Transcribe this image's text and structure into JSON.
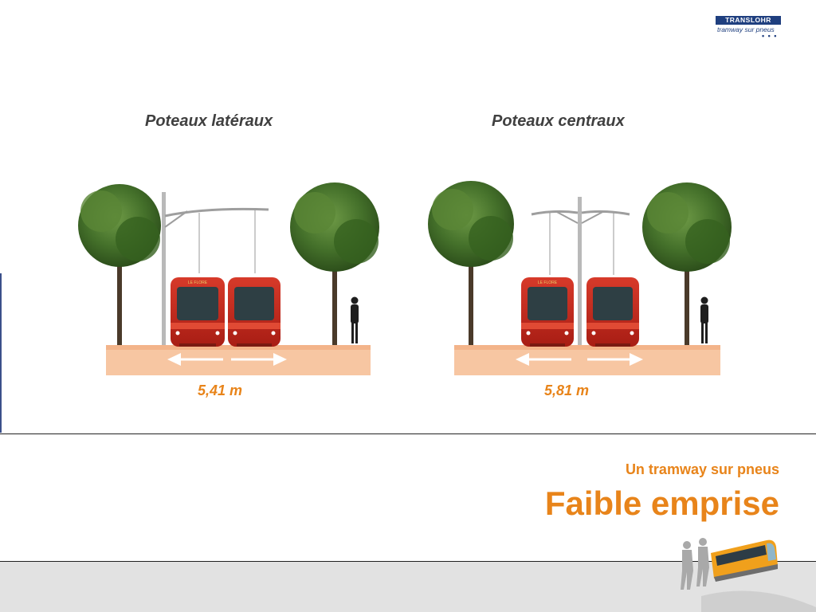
{
  "logo": {
    "brand": "TRANSLOHR",
    "tagline": "tramway sur pneus",
    "dots": "• • •"
  },
  "diagrams": {
    "left": {
      "heading": "Poteaux latéraux",
      "width_label": "5,41 m",
      "tram_sign": "LE FLORE"
    },
    "right": {
      "heading": "Poteaux centraux",
      "width_label": "5,81 m",
      "tram_sign": "LE FLORE"
    }
  },
  "footer": {
    "subtitle": "Un tramway sur pneus",
    "title": "Faible emprise"
  },
  "colors": {
    "accent": "#e8841a",
    "logo_blue": "#1f3f7f",
    "ground": "#f5b88e",
    "tram_red": "#c8281e",
    "tree_green": "#3f6b26"
  }
}
